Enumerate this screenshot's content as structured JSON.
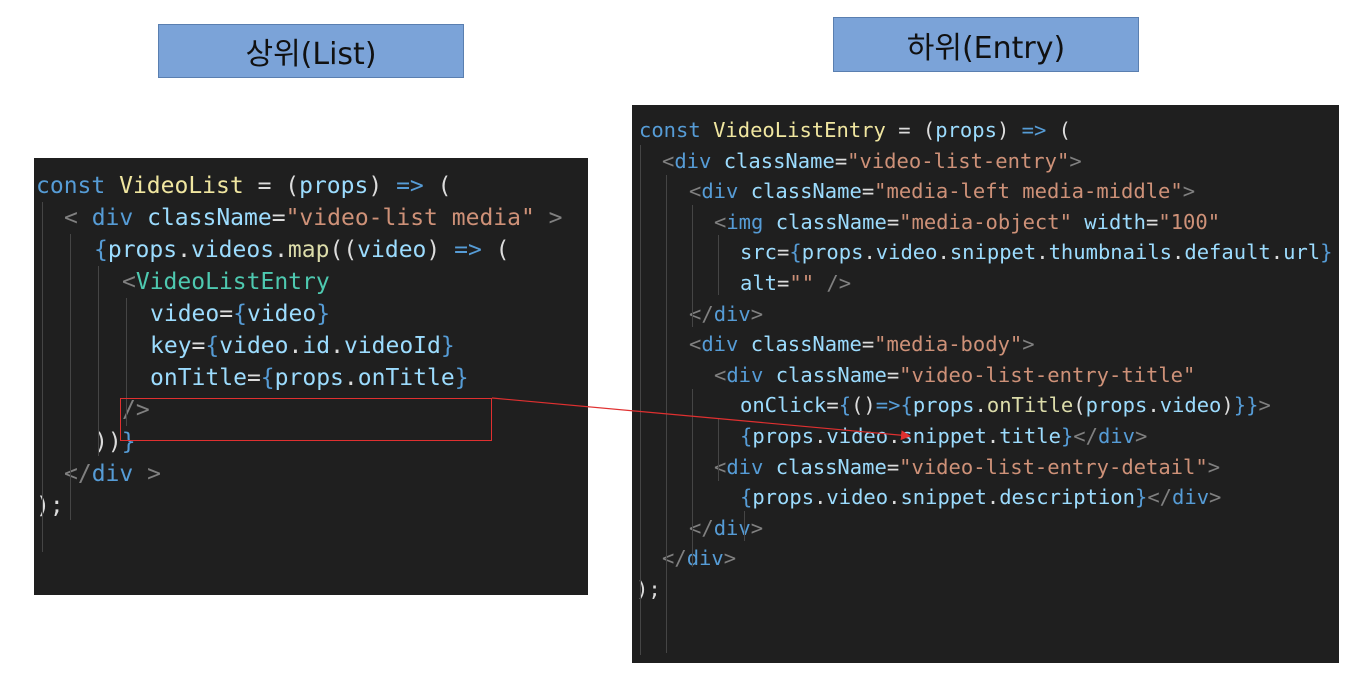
{
  "labels": {
    "left": "상위(List)",
    "right": "하위(Entry)"
  },
  "left_code": [
    {
      "segs": [
        [
          "kw",
          "const "
        ],
        [
          "ident",
          "VideoList"
        ],
        [
          "plain",
          " = ("
        ],
        [
          "var",
          "props"
        ],
        [
          "plain",
          ") "
        ],
        [
          "kw",
          "=>"
        ],
        [
          "plain",
          " ("
        ]
      ]
    },
    {
      "segs": [
        [
          "punc",
          "< "
        ],
        [
          "tag",
          "div "
        ],
        [
          "attr",
          "className"
        ],
        [
          "plain",
          "="
        ],
        [
          "str",
          "\"video-list media\""
        ],
        [
          "punc",
          " >"
        ]
      ]
    },
    {
      "segs": [
        [
          "brace",
          "{"
        ],
        [
          "var",
          "props"
        ],
        [
          "plain",
          "."
        ],
        [
          "var",
          "videos"
        ],
        [
          "plain",
          "."
        ],
        [
          "fn",
          "map"
        ],
        [
          "plain",
          "(("
        ],
        [
          "var",
          "video"
        ],
        [
          "plain",
          ") "
        ],
        [
          "kw",
          "=>"
        ],
        [
          "plain",
          " ("
        ]
      ]
    },
    {
      "segs": [
        [
          "punc",
          "<"
        ],
        [
          "comp",
          "VideoListEntry"
        ]
      ]
    },
    {
      "segs": [
        [
          "attr",
          "video"
        ],
        [
          "plain",
          "="
        ],
        [
          "brace",
          "{"
        ],
        [
          "var",
          "video"
        ],
        [
          "brace",
          "}"
        ]
      ]
    },
    {
      "segs": [
        [
          "attr",
          "key"
        ],
        [
          "plain",
          "="
        ],
        [
          "brace",
          "{"
        ],
        [
          "var",
          "video"
        ],
        [
          "plain",
          "."
        ],
        [
          "var",
          "id"
        ],
        [
          "plain",
          "."
        ],
        [
          "var",
          "videoId"
        ],
        [
          "brace",
          "}"
        ]
      ]
    },
    {
      "segs": [
        [
          "attr",
          "onTitle"
        ],
        [
          "plain",
          "="
        ],
        [
          "brace",
          "{"
        ],
        [
          "var",
          "props"
        ],
        [
          "plain",
          "."
        ],
        [
          "var",
          "onTitle"
        ],
        [
          "brace",
          "}"
        ]
      ]
    },
    {
      "segs": [
        [
          "punc",
          "/>"
        ]
      ]
    },
    {
      "segs": [
        [
          "plain",
          "))"
        ],
        [
          "brace",
          "}"
        ]
      ]
    },
    {
      "segs": [
        [
          "punc",
          "</"
        ],
        [
          "tag",
          "div"
        ],
        [
          "punc",
          " >"
        ]
      ]
    },
    {
      "segs": [
        [
          "plain",
          ");"
        ]
      ]
    }
  ],
  "right_code": [
    {
      "segs": [
        [
          "kw",
          "const "
        ],
        [
          "ident",
          "VideoListEntry"
        ],
        [
          "plain",
          " = ("
        ],
        [
          "var",
          "props"
        ],
        [
          "plain",
          ") "
        ],
        [
          "kw",
          "=>"
        ],
        [
          "plain",
          " ("
        ]
      ]
    },
    {
      "segs": [
        [
          "punc",
          "<"
        ],
        [
          "tag",
          "div "
        ],
        [
          "attr",
          "className"
        ],
        [
          "plain",
          "="
        ],
        [
          "str",
          "\"video-list-entry\""
        ],
        [
          "punc",
          ">"
        ]
      ]
    },
    {
      "segs": [
        [
          "punc",
          "<"
        ],
        [
          "tag",
          "div "
        ],
        [
          "attr",
          "className"
        ],
        [
          "plain",
          "="
        ],
        [
          "str",
          "\"media-left media-middle\""
        ],
        [
          "punc",
          ">"
        ]
      ]
    },
    {
      "segs": [
        [
          "punc",
          "<"
        ],
        [
          "tag",
          "img "
        ],
        [
          "attr",
          "className"
        ],
        [
          "plain",
          "="
        ],
        [
          "str",
          "\"media-object\""
        ],
        [
          "plain",
          " "
        ],
        [
          "attr",
          "width"
        ],
        [
          "plain",
          "="
        ],
        [
          "str",
          "\"100\""
        ]
      ]
    },
    {
      "segs": [
        [
          "attr",
          "src"
        ],
        [
          "plain",
          "="
        ],
        [
          "brace",
          "{"
        ],
        [
          "var",
          "props"
        ],
        [
          "plain",
          "."
        ],
        [
          "var",
          "video"
        ],
        [
          "plain",
          "."
        ],
        [
          "var",
          "snippet"
        ],
        [
          "plain",
          "."
        ],
        [
          "var",
          "thumbnails"
        ],
        [
          "plain",
          "."
        ],
        [
          "var",
          "default"
        ],
        [
          "plain",
          "."
        ],
        [
          "var",
          "url"
        ],
        [
          "brace",
          "}"
        ]
      ]
    },
    {
      "segs": [
        [
          "attr",
          "alt"
        ],
        [
          "plain",
          "="
        ],
        [
          "str",
          "\"\""
        ],
        [
          "punc",
          " />"
        ]
      ]
    },
    {
      "segs": [
        [
          "punc",
          "</"
        ],
        [
          "tag",
          "div"
        ],
        [
          "punc",
          ">"
        ]
      ]
    },
    {
      "segs": [
        [
          "punc",
          "<"
        ],
        [
          "tag",
          "div "
        ],
        [
          "attr",
          "className"
        ],
        [
          "plain",
          "="
        ],
        [
          "str",
          "\"media-body\""
        ],
        [
          "punc",
          ">"
        ]
      ]
    },
    {
      "segs": [
        [
          "punc",
          "<"
        ],
        [
          "tag",
          "div "
        ],
        [
          "attr",
          "className"
        ],
        [
          "plain",
          "="
        ],
        [
          "str",
          "\"video-list-entry-title\""
        ]
      ]
    },
    {
      "segs": [
        [
          "attr",
          "onClick"
        ],
        [
          "plain",
          "="
        ],
        [
          "brace",
          "{"
        ],
        [
          "plain",
          "()"
        ],
        [
          "kw",
          "=>"
        ],
        [
          "brace",
          "{"
        ],
        [
          "var",
          "props"
        ],
        [
          "plain",
          "."
        ],
        [
          "fn",
          "onTitle"
        ],
        [
          "plain",
          "("
        ],
        [
          "var",
          "props"
        ],
        [
          "plain",
          "."
        ],
        [
          "var",
          "video"
        ],
        [
          "plain",
          ")"
        ],
        [
          "brace",
          "}}"
        ],
        [
          "punc",
          ">"
        ]
      ]
    },
    {
      "segs": [
        [
          "brace",
          "{"
        ],
        [
          "var",
          "props"
        ],
        [
          "plain",
          "."
        ],
        [
          "var",
          "video"
        ],
        [
          "plain",
          "."
        ],
        [
          "var",
          "snippet"
        ],
        [
          "plain",
          "."
        ],
        [
          "var",
          "title"
        ],
        [
          "brace",
          "}"
        ],
        [
          "punc",
          "</"
        ],
        [
          "tag",
          "div"
        ],
        [
          "punc",
          ">"
        ]
      ]
    },
    {
      "segs": [
        [
          "punc",
          "<"
        ],
        [
          "tag",
          "div "
        ],
        [
          "attr",
          "className"
        ],
        [
          "plain",
          "="
        ],
        [
          "str",
          "\"video-list-entry-detail\""
        ],
        [
          "punc",
          ">"
        ]
      ]
    },
    {
      "segs": [
        [
          "brace",
          "{"
        ],
        [
          "var",
          "props"
        ],
        [
          "plain",
          "."
        ],
        [
          "var",
          "video"
        ],
        [
          "plain",
          "."
        ],
        [
          "var",
          "snippet"
        ],
        [
          "plain",
          "."
        ],
        [
          "var",
          "description"
        ],
        [
          "brace",
          "}"
        ],
        [
          "punc",
          "</"
        ],
        [
          "tag",
          "div"
        ],
        [
          "punc",
          ">"
        ]
      ]
    },
    {
      "segs": [
        [
          "punc",
          "</"
        ],
        [
          "tag",
          "div"
        ],
        [
          "punc",
          ">"
        ]
      ]
    },
    {
      "segs": [
        [
          "punc",
          "</"
        ],
        [
          "tag",
          "div"
        ],
        [
          "punc",
          ">"
        ]
      ]
    },
    {
      "segs": [
        [
          "plain",
          ");"
        ]
      ]
    }
  ],
  "colors": {
    "label_bg": "#7ba3d8",
    "panel_bg": "#1f1f1f",
    "arrow": "#e03030"
  }
}
